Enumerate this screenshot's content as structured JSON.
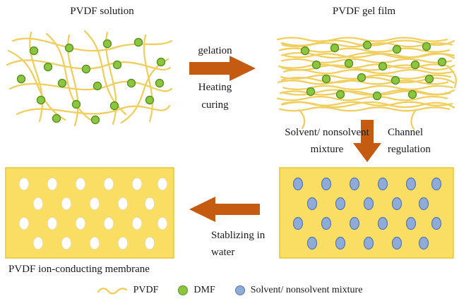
{
  "labels": {
    "solution": "PVDF solution",
    "gel_film": "PVDF gel film",
    "membrane": "PVDF ion-conducting membrane"
  },
  "process": {
    "gelation": "gelation",
    "heating_line1": "Heating",
    "heating_line2": "curing",
    "mixture_line1": "Solvent/ nonsolvent",
    "mixture_line2": "mixture",
    "channel_line1": "Channel",
    "channel_line2": "regulation",
    "stabilize_line1": "Stablizing in",
    "stabilize_line2": "water"
  },
  "legend": {
    "items": [
      {
        "icon": "pvdf-line-icon",
        "label": "PVDF"
      },
      {
        "icon": "dmf-dot-icon",
        "label": "DMF"
      },
      {
        "icon": "mixture-dot-icon",
        "label": "Solvent/ nonsolvent mixture"
      }
    ]
  },
  "colors": {
    "pvdf_line": "#F0CF5E",
    "rect_fill": "#FADE63",
    "rect_border": "#E3C73B",
    "dmf_fill": "#8CC63F",
    "dmf_border": "#5A9221",
    "mixture_fill": "#8FABD8",
    "mixture_border": "#5577B5",
    "water_fill": "#FFFFFF",
    "arrow": "#C55A11",
    "text": "#1a1a1a",
    "bg": "#FFFFFF"
  }
}
